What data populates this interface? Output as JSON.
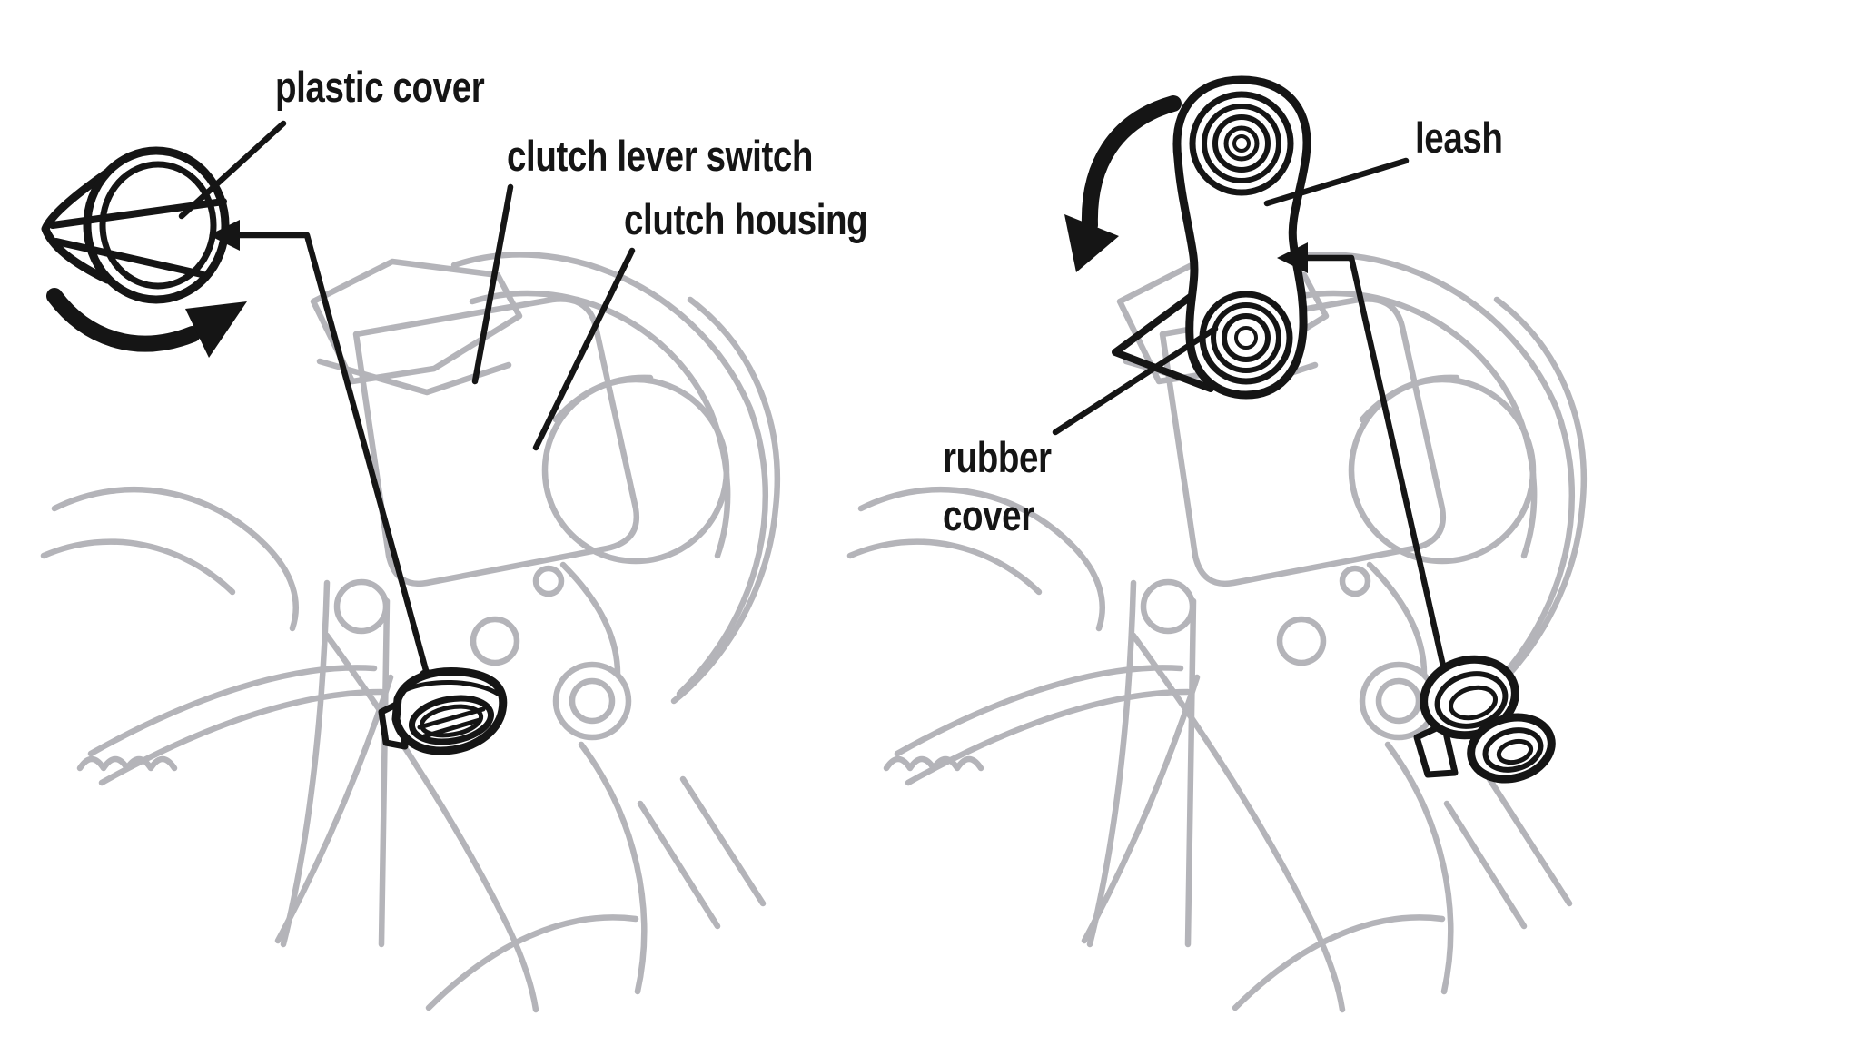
{
  "colors": {
    "background": "#ffffff",
    "ink": "#151515",
    "drawing_gray": "#b4b4b9"
  },
  "panels": [
    {
      "name": "left-step",
      "labels": {
        "plastic_cover": "plastic cover",
        "clutch_lever_switch": "clutch lever switch",
        "clutch_housing": "clutch housing"
      },
      "icons": {
        "rotation_arrow": "clockwise-curved-arrow",
        "callout_arrow": "left-pointing-elbow-arrow",
        "part": "plastic-cover-dial"
      }
    },
    {
      "name": "right-step",
      "labels": {
        "leash": "leash",
        "rubber_cover": "rubber\ncover"
      },
      "icons": {
        "rotation_arrow": "counterclockwise-curved-arrow",
        "callout_arrow": "left-pointing-elbow-arrow",
        "part": "leash-link"
      }
    }
  ]
}
